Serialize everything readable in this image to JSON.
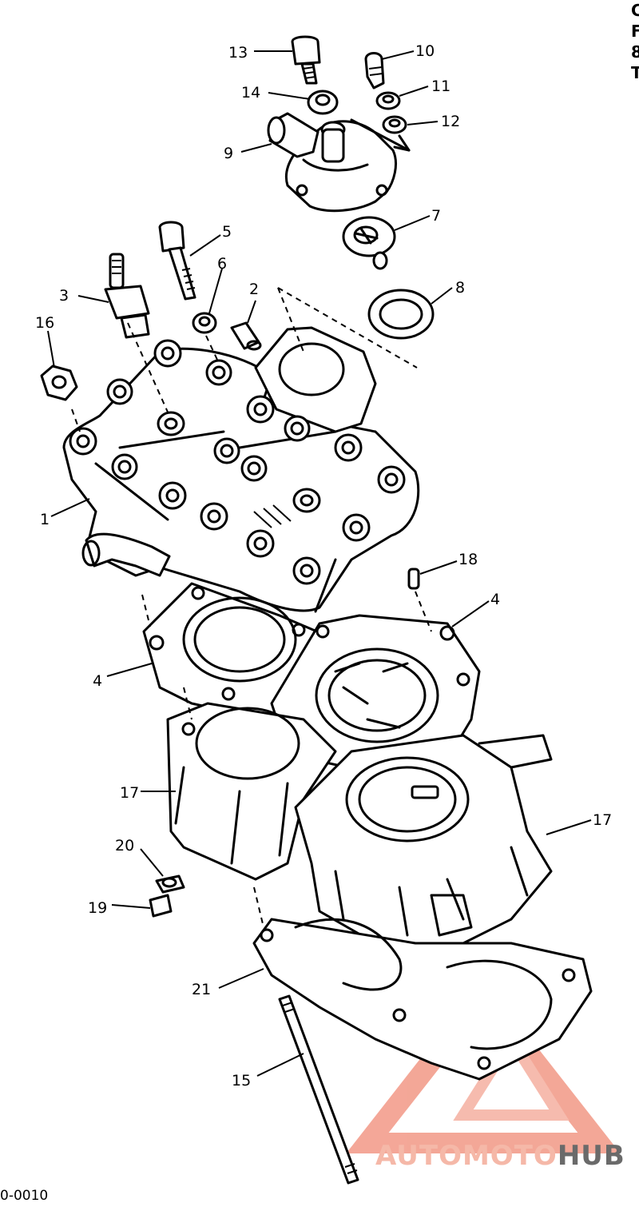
{
  "diagram": {
    "part_callouts": [
      "1",
      "2",
      "3",
      "4",
      "4",
      "5",
      "6",
      "7",
      "8",
      "9",
      "10",
      "11",
      "12",
      "13",
      "14",
      "15",
      "16",
      "17",
      "17",
      "18",
      "19",
      "20",
      "21"
    ],
    "figure_code": "0-0010",
    "edge_fragment": [
      "C",
      "F",
      "8",
      "T"
    ]
  },
  "watermark": {
    "part1": "AUTOMOTO",
    "part2": "HUB",
    "color_light": "#f5b8a8",
    "color_dark": "#e85d45",
    "color_hub": "#6a6a6a"
  }
}
